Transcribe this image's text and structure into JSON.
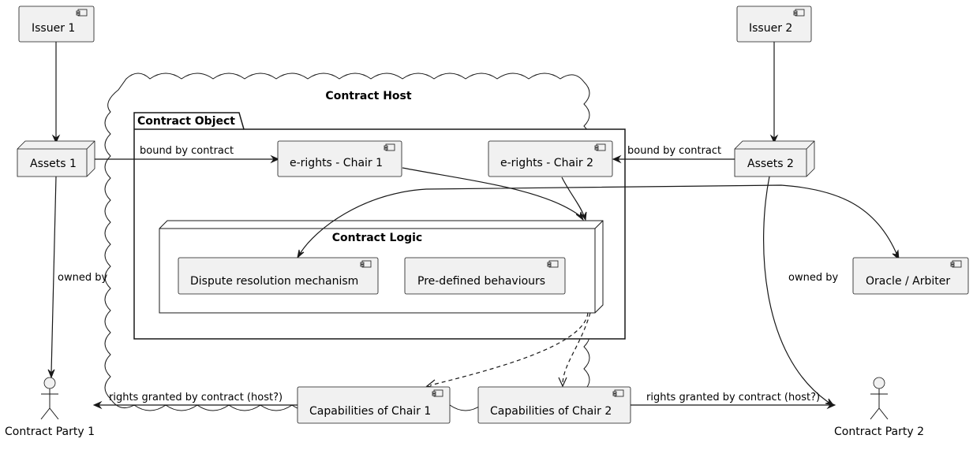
{
  "diagram": {
    "cloud_label": "Contract Host",
    "package_label": "Contract Object",
    "logic_label": "Contract Logic",
    "components": {
      "issuer1": "Issuer 1",
      "issuer2": "Issuer 2",
      "chair1": "e-rights - Chair 1",
      "chair2": "e-rights - Chair 2",
      "dispute": "Dispute resolution mechanism",
      "predefined": "Pre-defined behaviours",
      "oracle": "Oracle / Arbiter",
      "cap1": "Capabilities of Chair 1",
      "cap2": "Capabilities of Chair 2"
    },
    "nodes": {
      "assets1": "Assets 1",
      "assets2": "Assets 2"
    },
    "actors": {
      "party1": "Contract Party 1",
      "party2": "Contract Party 2"
    },
    "edge_labels": {
      "bound1": "bound by contract",
      "bound2": "bound by contract",
      "owned1": "owned by",
      "owned2": "owned by",
      "rights1": "rights granted by contract (host?)",
      "rights2": "rights granted by contract (host?)"
    }
  }
}
